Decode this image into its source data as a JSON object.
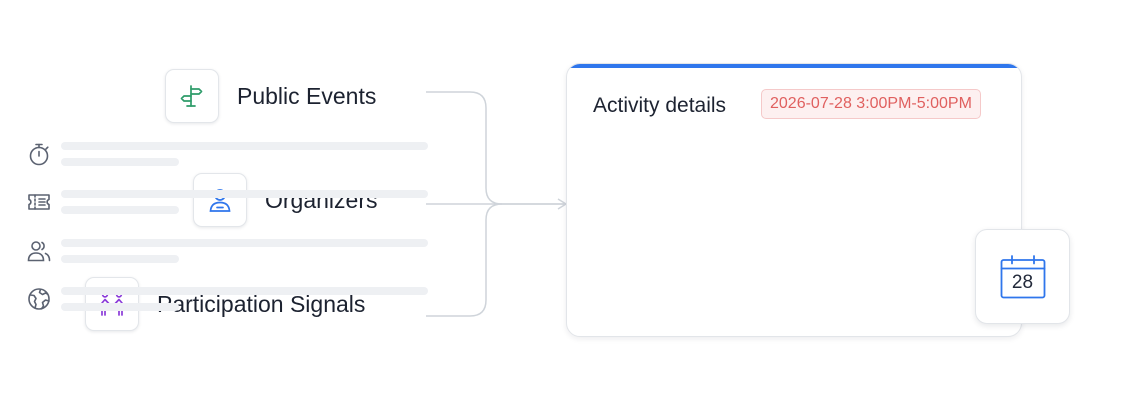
{
  "sources": {
    "public_events": {
      "label": "Public Events",
      "icon": "signpost-icon",
      "color": "#2e9c6a"
    },
    "organizers": {
      "label": "Organizers",
      "icon": "person-icon",
      "color": "#2f76ec"
    },
    "participation_signals": {
      "label": "Participation Signals",
      "icon": "people-holding-hands-icon",
      "color": "#8b3bd9"
    }
  },
  "card": {
    "title": "Activity details",
    "date": "2026-07-28 3:00PM-5:00PM",
    "accent_color": "#2f76ec",
    "date_color": "#e0605f",
    "rows": [
      "stopwatch-icon",
      "ticket-icon",
      "people-icon",
      "globe-icon"
    ]
  },
  "calendar": {
    "day": "28",
    "icon": "calendar-icon",
    "color": "#2f76ec"
  }
}
